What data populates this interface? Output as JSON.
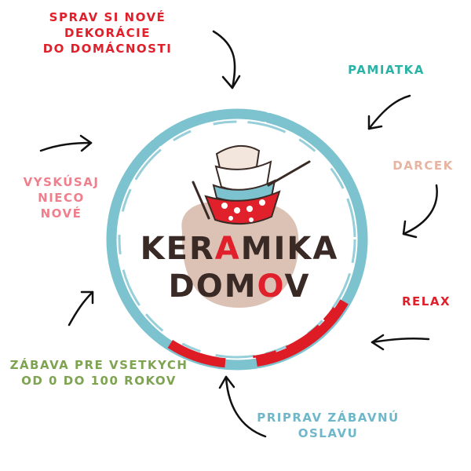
{
  "colors": {
    "red": "#e0202a",
    "teal": "#29b3a6",
    "peach": "#e7b4a2",
    "pink": "#ef7f8c",
    "green": "#7ea351",
    "blue": "#6fb7c9",
    "ring_blue": "#7cc3cf",
    "ring_red": "#dd1c26",
    "blob": "#dcc2b5",
    "logo_text": "#3a2a26",
    "logo_accent": "#e0202a"
  },
  "labels": {
    "decor": {
      "line1": "SPRAV SI NOVÉ DEKORÁCIE",
      "line2": "DO DOMÁCNOSTI"
    },
    "pamiatka": "PAMIATKA",
    "darcek": "DARCEK",
    "relax": "RELAX",
    "vyskusaj": {
      "line1": "VYSKÚSAJ",
      "line2": "NIECO",
      "line3": "NOVÉ"
    },
    "zabava": {
      "line1": "ZÁBAVA PRE VSETKYCH",
      "line2": "OD 0 DO 100 ROKOV"
    },
    "priprav": {
      "line1": "PRIPRAV ZÁBAVNÚ",
      "line2": "OSLAVU"
    }
  },
  "logo": {
    "line1_a": "KER",
    "line1_b": "A",
    "line1_c": "MIKA",
    "line2_a": "DOM",
    "line2_b": "O",
    "line2_c": "V"
  }
}
